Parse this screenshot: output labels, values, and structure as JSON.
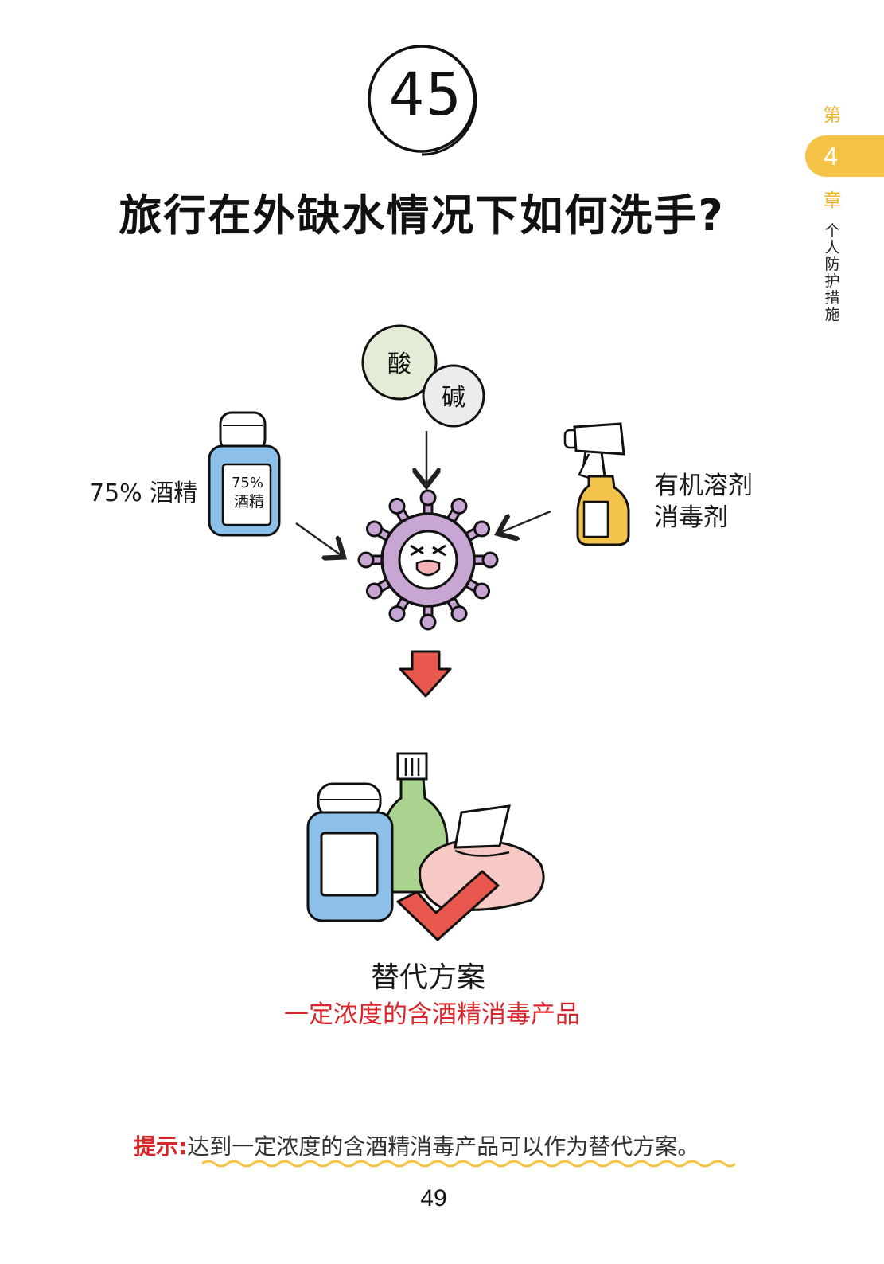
{
  "chapter": {
    "first_char": "第",
    "number": "4",
    "last_char": "章",
    "title": "个人防护措施"
  },
  "question": {
    "number": "45",
    "title": "旅行在外缺水情况下如何洗手?"
  },
  "illustration": {
    "acid_label": "酸",
    "base_label": "碱",
    "alcohol_label": "75% 酒精",
    "bottle_label_line1": "75%",
    "bottle_label_line2": "酒精",
    "organic_line1": "有机溶剂",
    "organic_line2": "消毒剂"
  },
  "alternative": {
    "title": "替代方案",
    "subtitle": "一定浓度的含酒精消毒产品"
  },
  "tip": {
    "label": "提示:",
    "text": "达到一定浓度的含酒精消毒产品可以作为替代方案。"
  },
  "page_number": "49",
  "colors": {
    "accent_yellow": "#f4c246",
    "red": "#d9262b",
    "virus_purple": "#c7a6d3",
    "bottle_blue": "#8cc0e8",
    "bottle_green": "#a9d38f",
    "wipes_pink": "#f6c9c4",
    "spray_yellow": "#f2c24b",
    "arrow_red": "#e8584f"
  }
}
